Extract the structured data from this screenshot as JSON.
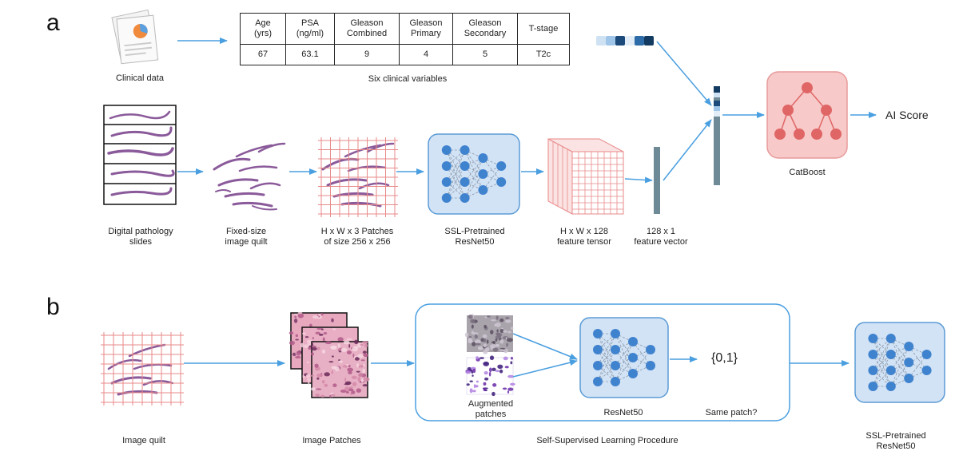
{
  "panel_a": {
    "letter": "a",
    "clinical_data_label": "Clinical data",
    "table": {
      "headers": [
        [
          "Age",
          "(yrs)"
        ],
        [
          "PSA",
          "(ng/ml)"
        ],
        [
          "Gleason",
          "Combined"
        ],
        [
          "Gleason",
          "Primary"
        ],
        [
          "Gleason",
          "Secondary"
        ],
        [
          "T-stage"
        ]
      ],
      "values": [
        "67",
        "63.1",
        "9",
        "4",
        "5",
        "T2c"
      ],
      "caption": "Six clinical variables"
    },
    "steps": {
      "slides": [
        "Digital pathology",
        "slides"
      ],
      "quilt": [
        "Fixed-size",
        "image quilt"
      ],
      "patches": [
        "H x W x 3 Patches",
        "of size 256 x 256"
      ],
      "resnet": [
        "SSL-Pretrained",
        "ResNet50"
      ],
      "tensor": [
        "H x W x 128",
        "feature tensor"
      ],
      "vector": [
        "128 x 1",
        "feature vector"
      ]
    },
    "catboost_label": "CatBoost",
    "output_label": "AI Score"
  },
  "panel_b": {
    "letter": "b",
    "quilt_label": "Image quilt",
    "patches_label": "Image Patches",
    "augmented_label": [
      "Augmented",
      "patches"
    ],
    "resnet_label": "ResNet50",
    "output_set": "{0,1}",
    "question": "Same patch?",
    "procedure_label": "Self-Supervised Learning Procedure",
    "final_label": [
      "SSL-Pretrained",
      "ResNet50"
    ]
  },
  "colors": {
    "arrow": "#4a9fe0",
    "network_fill": "#d3e3f6",
    "network_border": "#5b9bd5",
    "node": "#3f83cf",
    "catboost_fill": "#f7c9c9",
    "catboost_node": "#e06666",
    "grid": "#e88a8a",
    "tissue": "#8a5a9a",
    "vector": "#6d8a96"
  }
}
